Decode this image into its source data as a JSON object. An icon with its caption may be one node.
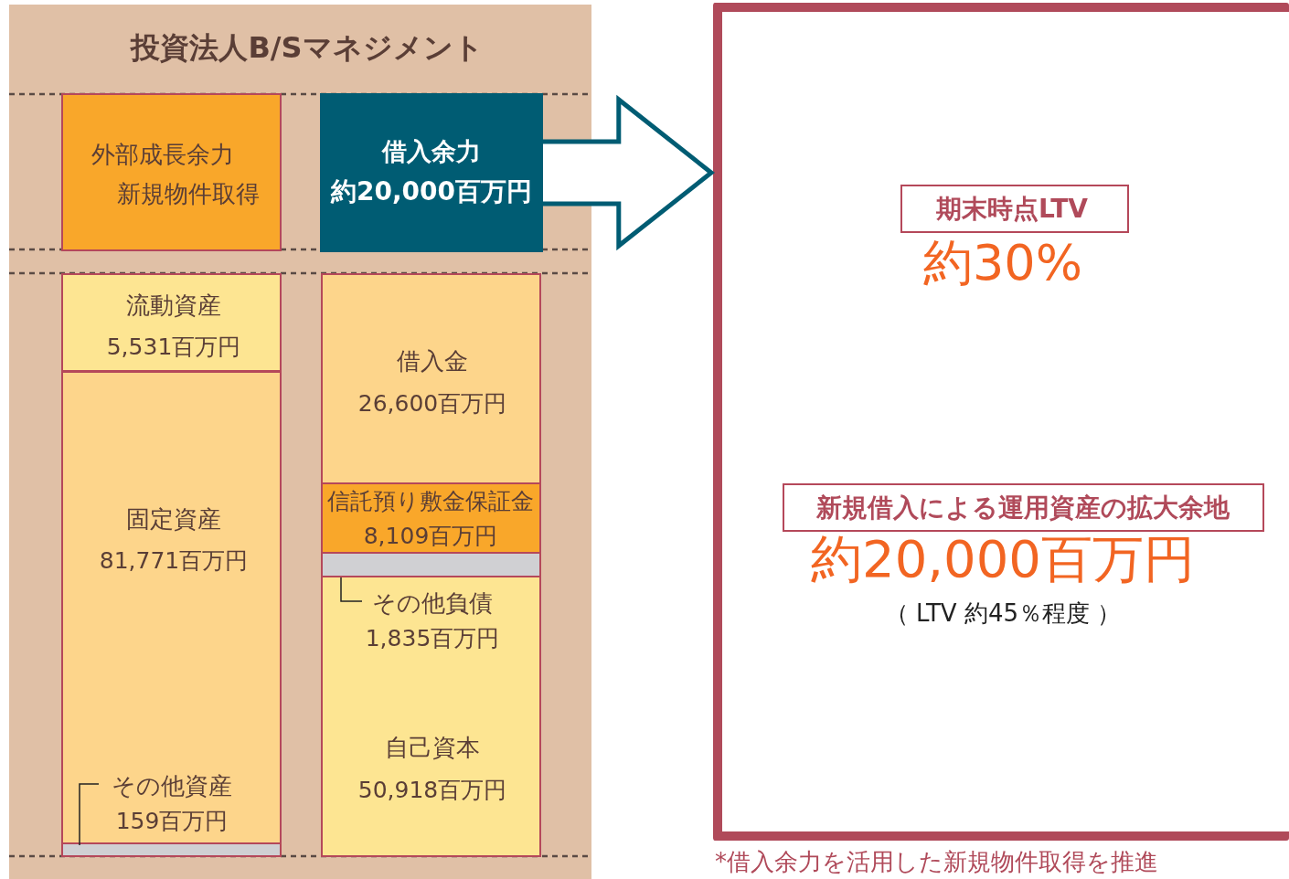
{
  "diagram": {
    "nodes": [
      {
        "text": [
          "投資法人B/Sマネジメント"
        ]
      },
      {
        "text": [
          "外部成長余力",
          "新規物件取得"
        ],
        "in": 0
      },
      {
        "text": [
          "借入余力",
          "約20,000百万円"
        ],
        "in": 0
      },
      {
        "text": [
          "流動資産",
          "5,531百万円"
        ],
        "in": 0
      },
      {
        "text": [
          "固定資産",
          "81,771百万円"
        ],
        "in": 0
      },
      {
        "text": [
          "その他資産",
          "159百万円"
        ],
        "in": 4
      },
      {
        "text": [],
        "shape": "bar",
        "in": 0
      },
      {
        "text": [
          "借入金",
          "26,600百万円"
        ],
        "in": 0
      },
      {
        "text": [
          "信託預り敷金保証金",
          "8,109百万円"
        ],
        "in": 0
      },
      {
        "text": [],
        "shape": "bar",
        "in": 0
      },
      {
        "text": [
          "自己資本",
          "50,918百万円"
        ],
        "in": 0
      },
      {
        "text": [
          "その他負債",
          "1,835百万円"
        ],
        "in": 10
      },
      {
        "text": [],
        "shape": "box"
      },
      {
        "text": [
          "期末時点LTV"
        ],
        "beside": [
          "約30%"
        ],
        "in": 12
      },
      {
        "text": [
          "新規借入による運用資産の拡大余地"
        ],
        "beside": [
          "約20,000百万円",
          "（ LTV 約45％程度 ）"
        ],
        "in": 12
      }
    ],
    "edges": [
      {
        "from": 2,
        "to": 12,
        "arrow": "to",
        "style": "thick"
      },
      {
        "from": 5,
        "to": 6,
        "arrow": "none"
      },
      {
        "from": 11,
        "to": 9,
        "arrow": "none"
      }
    ],
    "labels": [
      "*借入余力を活用した新規物件取得を推進"
    ]
  }
}
